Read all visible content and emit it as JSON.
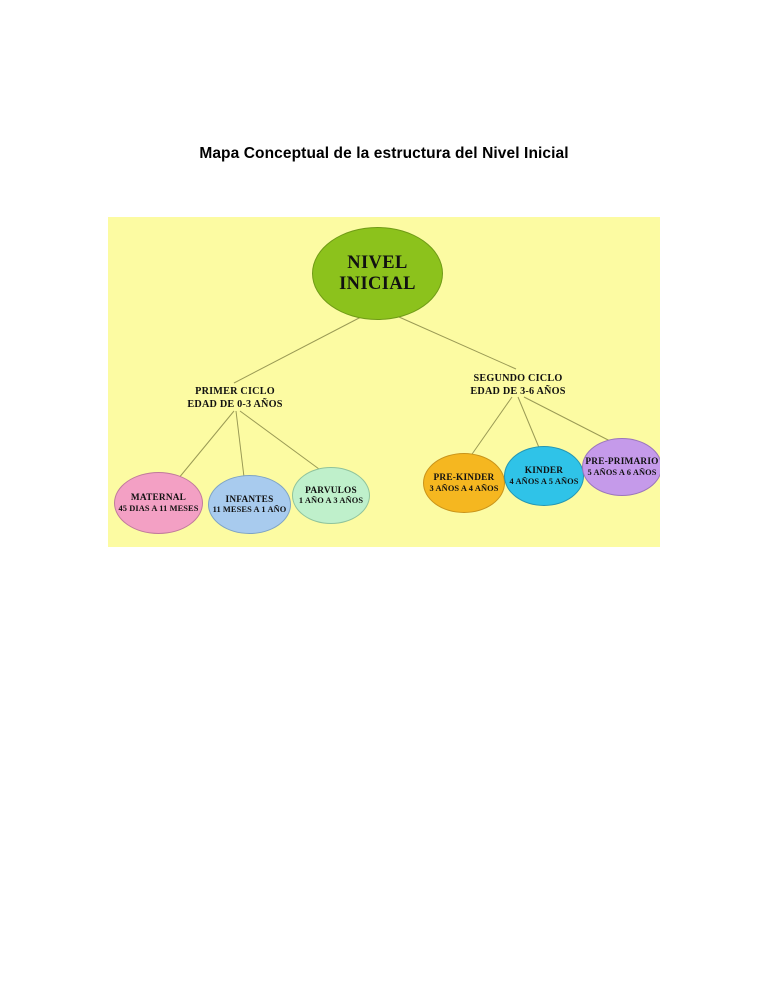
{
  "page": {
    "title": "Mapa Conceptual de la estructura del Nivel Inicial",
    "background": "#ffffff"
  },
  "diagram": {
    "canvas_color": "#FCFBA2",
    "edge_color": "#9a9a55",
    "root": {
      "label": "NIVEL INICIAL",
      "color": "#8CC21C"
    },
    "branches": [
      {
        "id": "primer-ciclo",
        "line1": "PRIMER CICLO",
        "line2": "EDAD DE 0-3 AÑOS"
      },
      {
        "id": "segundo-ciclo",
        "line1": "SEGUNDO CICLO",
        "line2": "EDAD DE 3-6 AÑOS"
      }
    ],
    "nodes": [
      {
        "id": "maternal",
        "line1": "MATERNAL",
        "line2": "45 DIAS A 11 MESES",
        "color": "#F3A0C4",
        "branch": "primer-ciclo"
      },
      {
        "id": "infantes",
        "line1": "INFANTES",
        "line2": "11 MESES A 1 AÑO",
        "color": "#A8CBEE",
        "branch": "primer-ciclo"
      },
      {
        "id": "parvulos",
        "line1": "PARVULOS",
        "line2": "1 AÑO A 3 AÑOS",
        "color": "#BFF0CB",
        "branch": "primer-ciclo"
      },
      {
        "id": "prekinder",
        "line1": "PRE-KINDER",
        "line2": "3 AÑOS A 4 AÑOS",
        "color": "#F5B720",
        "branch": "segundo-ciclo"
      },
      {
        "id": "kinder",
        "line1": "KINDER",
        "line2": "4 AÑOS A 5 AÑOS",
        "color": "#2FC3E8",
        "branch": "segundo-ciclo"
      },
      {
        "id": "preprimario",
        "line1": "PRE-PRIMARIO",
        "line2": "5 AÑOS A 6 AÑOS",
        "color": "#C59AEA",
        "branch": "segundo-ciclo"
      }
    ]
  }
}
